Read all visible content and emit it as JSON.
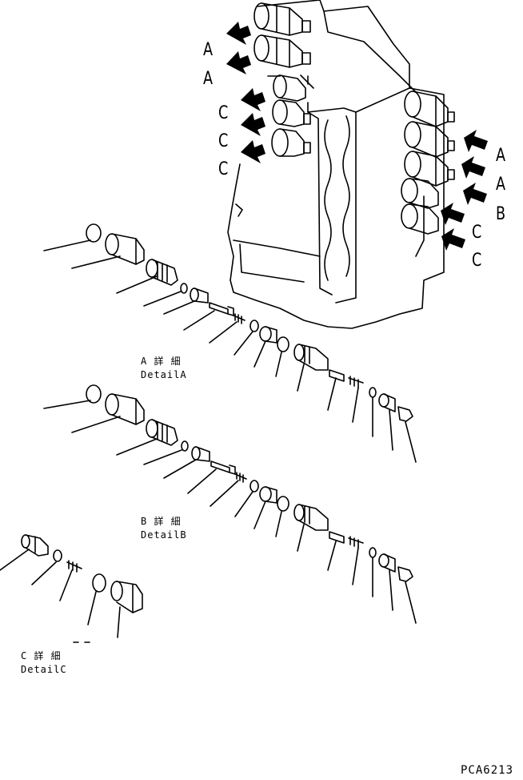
{
  "callouts": {
    "left": [
      "A",
      "A",
      "C",
      "C",
      "C"
    ],
    "right": [
      "A",
      "A",
      "B",
      "C",
      "C"
    ]
  },
  "details": [
    {
      "jp": "A 詳 細",
      "en": "DetailA"
    },
    {
      "jp": "B 詳 細",
      "en": "DetailB"
    },
    {
      "jp": "C 詳 細",
      "en": "DetailC"
    }
  ],
  "drawing_code": "PCA6213"
}
